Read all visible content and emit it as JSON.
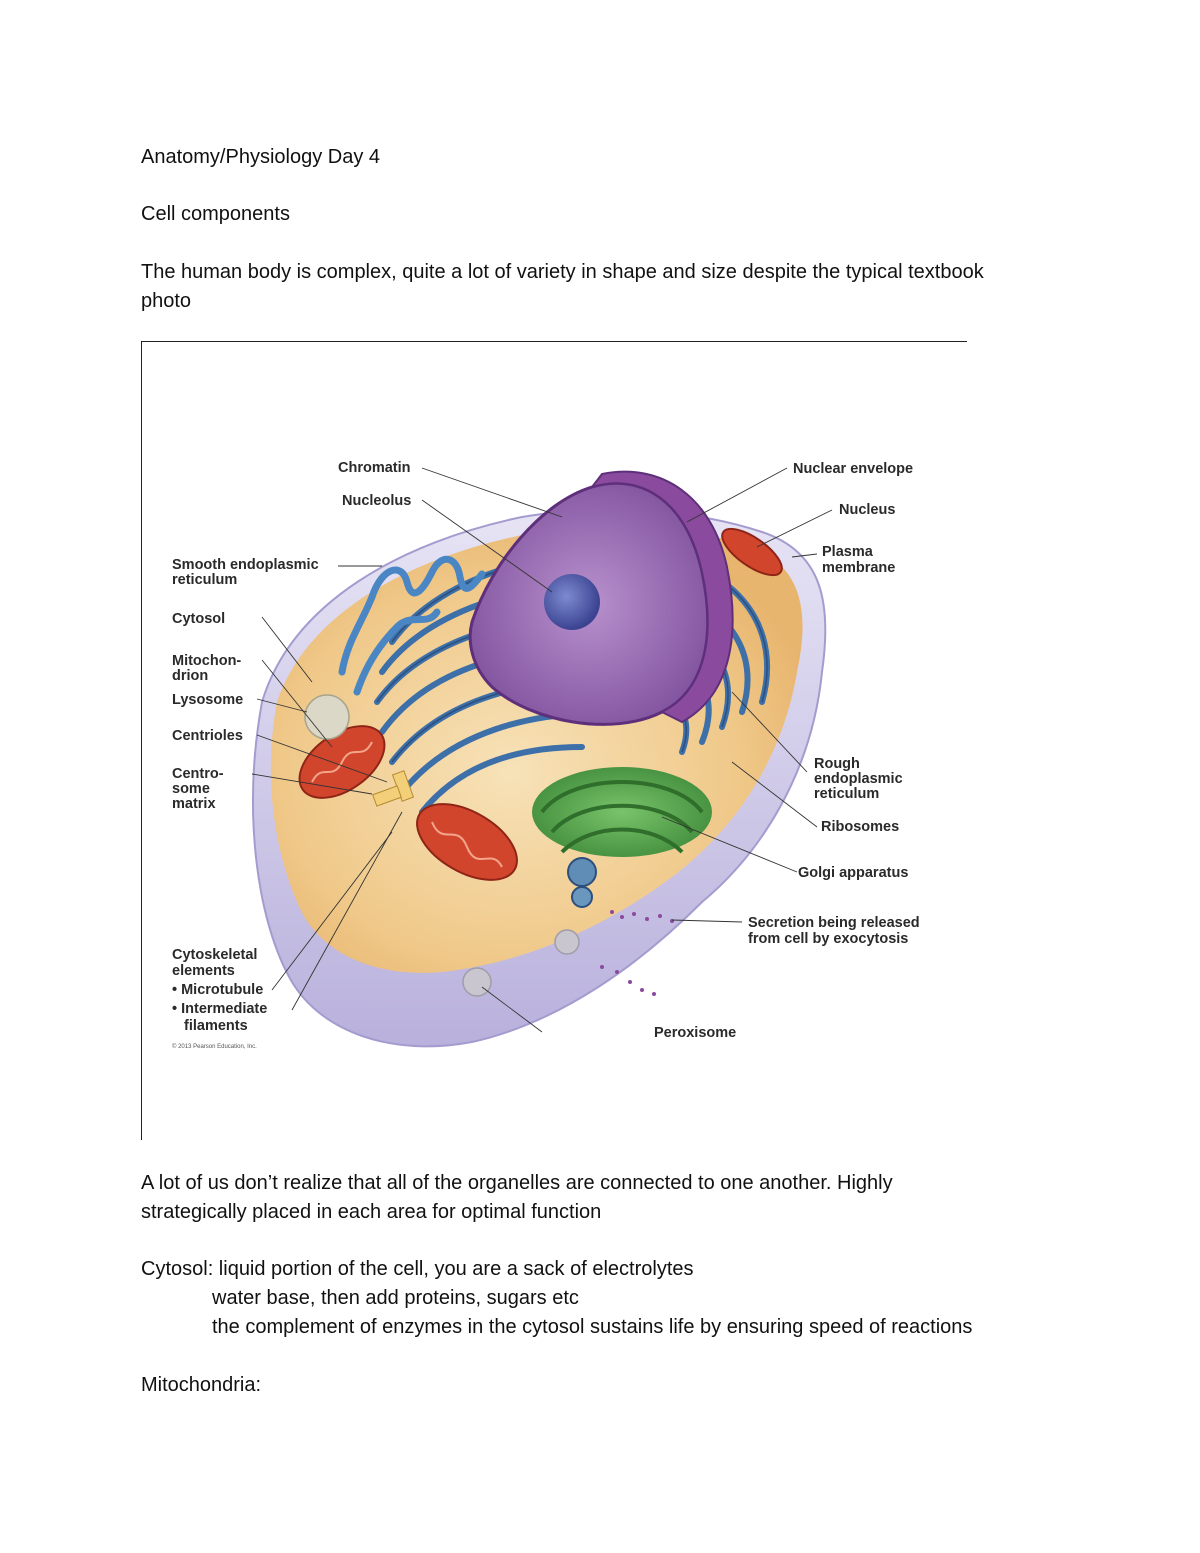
{
  "doc": {
    "title": "Anatomy/Physiology Day 4",
    "subtitle": "Cell components",
    "intro_line1": "The human body is complex, quite a lot of variety in shape and size despite the typical textbook",
    "intro_line2": "photo",
    "para1_line1": "A lot of us don’t realize that all of the organelles are connected to one another. Highly",
    "para1_line2": "strategically placed in each area for optimal function",
    "cytosol_line": "Cytosol: liquid portion of the cell, you are a sack of electrolytes",
    "cytosol_sub1": "water base, then add proteins, sugars etc",
    "cytosol_sub2": "the complement of enzymes in the cytosol sustains life by ensuring speed of reactions",
    "mito_heading": "Mitochondria:"
  },
  "figure": {
    "labels": {
      "chromatin": "Chromatin",
      "nucleolus": "Nucleolus",
      "nuclear_envelope": "Nuclear envelope",
      "nucleus": "Nucleus",
      "plasma_1": "Plasma",
      "plasma_2": "membrane",
      "ser_1": "Smooth endoplasmic",
      "ser_2": "reticulum",
      "cytosol": "Cytosol",
      "mito_1": "Mitochon-",
      "mito_2": "drion",
      "lysosome": "Lysosome",
      "centrioles": "Centrioles",
      "centro_1": "Centro-",
      "centro_2": "some",
      "centro_3": "matrix",
      "rer_1": "Rough",
      "rer_2": "endoplasmic",
      "rer_3": "reticulum",
      "ribosomes": "Ribosomes",
      "golgi": "Golgi apparatus",
      "secretion_1": "Secretion being released",
      "secretion_2": "from cell by exocytosis",
      "cytoskel_1": "Cytoskeletal",
      "cytoskel_2": "elements",
      "microtubule": "• Microtubule",
      "intermediate_1": "• Intermediate",
      "intermediate_2": "filaments",
      "peroxisome": "Peroxisome",
      "copyright": "© 2013 Pearson Education, Inc."
    },
    "colors": {
      "cell_body": "#f3d9a4",
      "membrane": "#c9c3e6",
      "nucleus": "#9a6fb3",
      "er": "#3d6fa8",
      "golgi": "#5aa84f",
      "mitochondrion": "#d2452d"
    }
  }
}
